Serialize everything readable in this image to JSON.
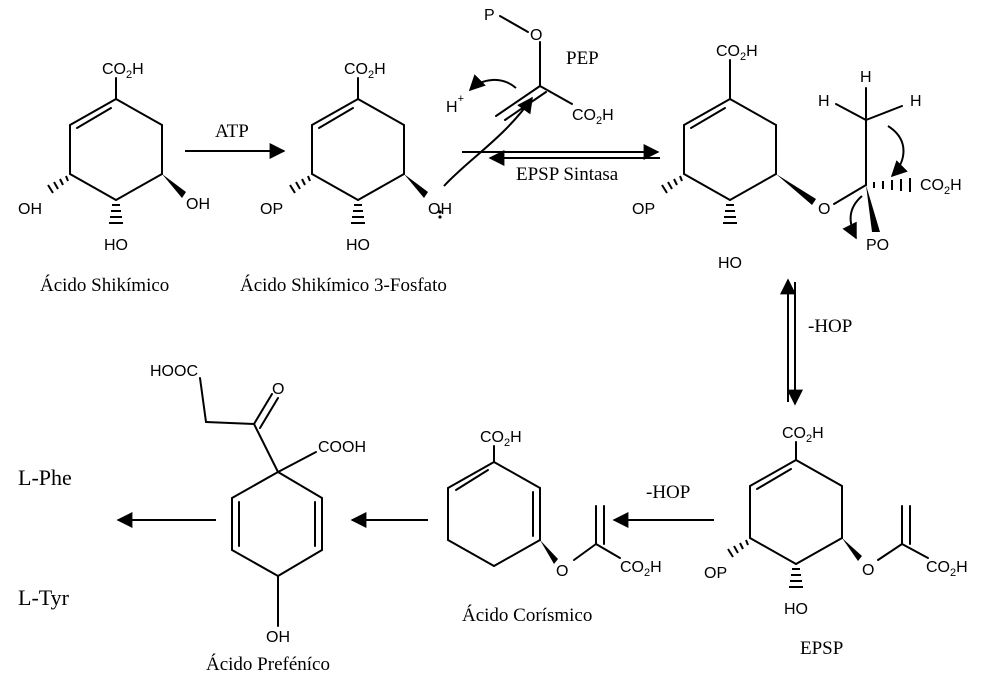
{
  "labels": {
    "co2h_main": "CO",
    "co2h_sub": "2",
    "co2h_tail": "H",
    "oh": "OH",
    "ho": "HO",
    "op": "OP",
    "po": "PO",
    "o": "O",
    "p": "P",
    "h": "H",
    "h_plus": "+",
    "cooh": "COOH",
    "hoooc": "HOOC"
  },
  "compounds": {
    "shikimic": "Ácido Shikímico",
    "s3p": "Ácido Shikímico 3-Fosfato",
    "pep": "PEP",
    "epsp": "EPSP",
    "chorismic": "Ácido Corísmico",
    "prephenic": "Ácido Preféníco",
    "phe": "L-Phe",
    "tyr": "L-Tyr"
  },
  "reactions": {
    "atp": "ATP",
    "synthase": "EPSP Sintasa",
    "hop1": "-HOP",
    "hop2": "-HOP"
  }
}
